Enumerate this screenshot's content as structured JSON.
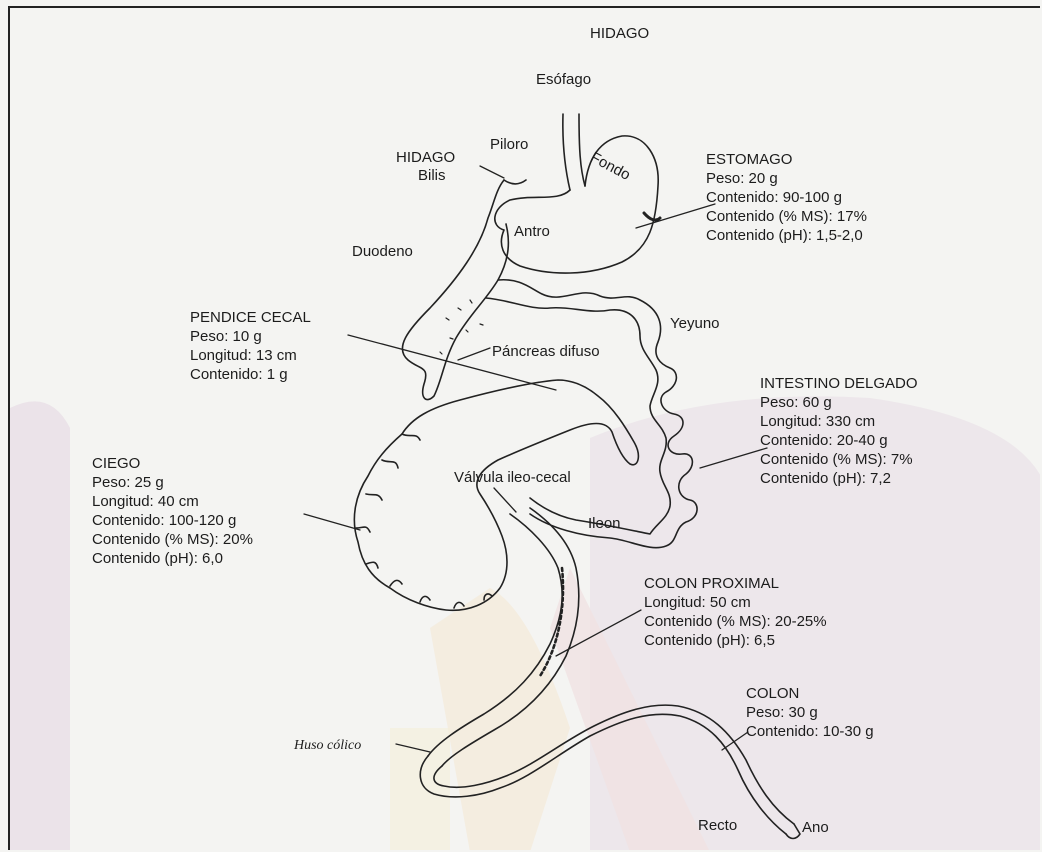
{
  "title": "HIDAGO",
  "labels": {
    "esofago": "Esófago",
    "piloro": "Piloro",
    "fondo": "Fondo",
    "hidago": "HIDAGO",
    "bilis": "Bilis",
    "antro": "Antro",
    "duodeno": "Duodeno",
    "yeyuno": "Yeyuno",
    "pancreas": "Páncreas difuso",
    "valvula": "Válvula ileo-cecal",
    "ileon": "Ileon",
    "huso": "Huso cólico",
    "recto": "Recto",
    "ano": "Ano"
  },
  "blocks": {
    "estomago": [
      "ESTOMAGO",
      "Peso: 20 g",
      "Contenido: 90-100 g",
      "Contenido (% MS): 17%",
      "Contenido (pH): 1,5-2,0"
    ],
    "pendice": [
      "PENDICE CECAL",
      "Peso: 10 g",
      "Longitud: 13 cm",
      "Contenido: 1 g"
    ],
    "intestino": [
      "INTESTINO DELGADO",
      "Peso: 60 g",
      "Longitud: 330 cm",
      "Contenido: 20-40 g",
      "Contenido (% MS): 7%",
      "Contenido (pH): 7,2"
    ],
    "ciego": [
      "CIEGO",
      "Peso: 25 g",
      "Longitud: 40 cm",
      "Contenido: 100-120 g",
      "Contenido (% MS): 20%",
      "Contenido (pH): 6,0"
    ],
    "colon_proximal": [
      "COLON PROXIMAL",
      "Longitud: 50 cm",
      "Contenido (% MS): 20-25%",
      "Contenido (pH): 6,5"
    ],
    "colon": [
      "COLON",
      "Peso: 30 g",
      "Contenido: 10-30 g"
    ]
  }
}
